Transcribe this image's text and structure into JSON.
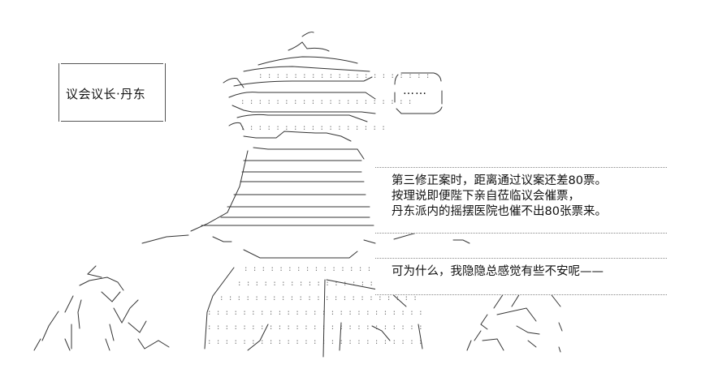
{
  "nameplate": {
    "text": "议会议长·丹东"
  },
  "ellipsis_bubble": {
    "text": "……"
  },
  "dialog_1": {
    "lines": [
      "第三修正案时，距离通过议案还差80票。",
      "按理说即便陛下亲自莅临议会催票，",
      "丹东派内的摇摆医院也催不出80张票来。"
    ]
  },
  "dialog_2": {
    "lines": [
      "可为什么，我隐隐总感觉有些不安呢——"
    ]
  },
  "icons": {
    "speaker_figure": "cloaked-figure-ascii-art",
    "crowd": "crowd-silhouettes-ascii-art"
  }
}
